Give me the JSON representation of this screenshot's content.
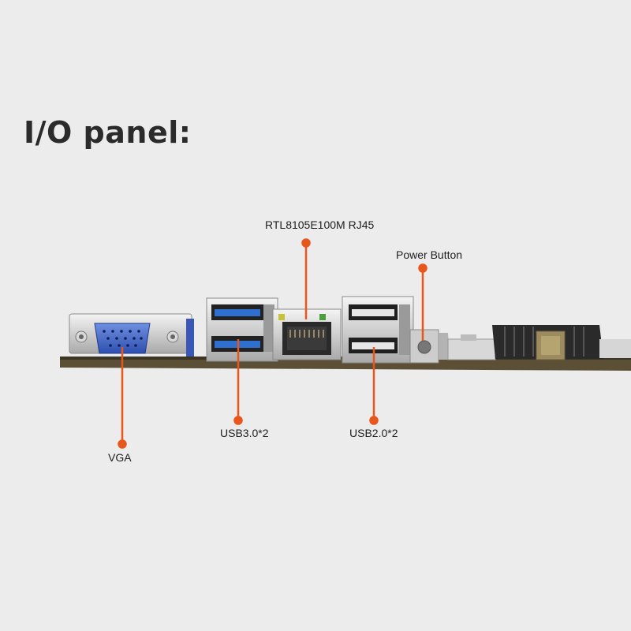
{
  "heading": "I/O panel:",
  "accent_color": "#e8561c",
  "labels": {
    "rj45": "RTL8105E100M RJ45",
    "power": "Power Button",
    "vga": "VGA",
    "usb3": "USB3.0*2",
    "usb2": "USB2.0*2"
  }
}
